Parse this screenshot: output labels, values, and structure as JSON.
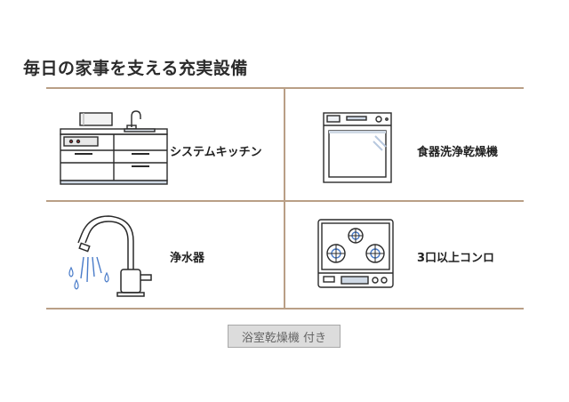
{
  "title": "毎日の家事を支える充実設備",
  "items": [
    {
      "label": "システムキッチン",
      "icon": "kitchen-icon"
    },
    {
      "label": "食器洗浄乾燥機",
      "icon": "dishwasher-icon"
    },
    {
      "label": "浄水器",
      "icon": "water-purifier-faucet-icon"
    },
    {
      "label": "3口以上コンロ",
      "icon": "three-burner-stove-icon"
    }
  ],
  "badge": "浴室乾燥機 付き",
  "colors": {
    "divider": "#b99f86",
    "badge_bg": "#dcdcdc",
    "accent_blue": "#4a7cc9"
  }
}
